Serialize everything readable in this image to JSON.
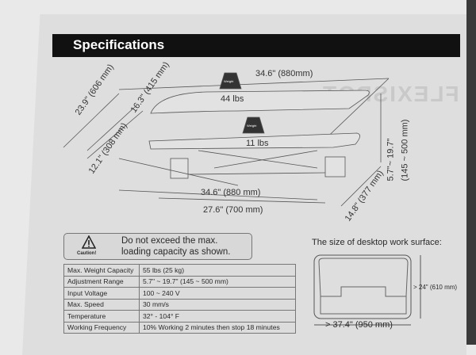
{
  "header": {
    "title": "Specifications"
  },
  "watermark": "FLEXISPOT",
  "diagram": {
    "top_width": "34.6\" (880mm)",
    "top_capacity": "44 lbs",
    "lower_capacity": "11 lbs",
    "weight_icon_label": "Weight Capacity",
    "depth_total": "23.9\" (606 mm)",
    "depth_top": "16.3\" (415 mm)",
    "depth_lower": "12.1\" (308 mm)",
    "height_range_in": "5.7\"~ 19.7\"",
    "height_range_mm": "(145 ~ 500 mm)",
    "base_width": "34.6\" (880 mm)",
    "base_inner_width": "27.6\" (700 mm)",
    "base_depth": "14.8\" (377 mm)"
  },
  "caution": {
    "label": "Caution!",
    "message_line1": "Do not exceed the max.",
    "message_line2": "loading capacity as shown."
  },
  "specs": [
    {
      "key": "Max. Weight Capacity",
      "value": "55 lbs (25 kg)"
    },
    {
      "key": "Adjustment Range",
      "value": "5.7\" ~ 19.7\" (145 ~ 500 mm)"
    },
    {
      "key": "Input Voltage",
      "value": "100 ~ 240 V"
    },
    {
      "key": "Max. Speed",
      "value": "30  mm/s"
    },
    {
      "key": "Temperature",
      "value": "32° - 104° F"
    },
    {
      "key": "Working Frequency",
      "value": "10% Working 2 minutes then stop 18 minutes"
    }
  ],
  "surface": {
    "title": "The size of desktop work surface:",
    "depth": "> 24\" (610 mm)",
    "width": "> 37.4\" (950 mm)"
  }
}
